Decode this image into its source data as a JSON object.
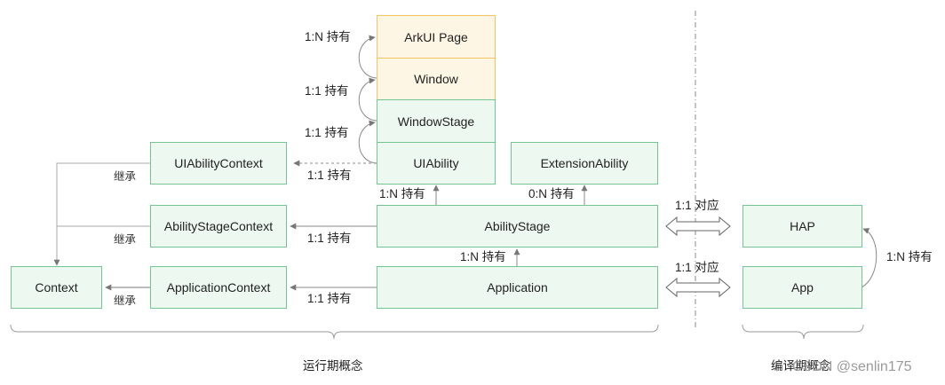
{
  "boxes": {
    "arkui_page": "ArkUI Page",
    "window": "Window",
    "window_stage": "WindowStage",
    "ui_ability": "UIAbility",
    "extension_ability": "ExtensionAbility",
    "ui_ability_context": "UIAbilityContext",
    "ability_stage_context": "AbilityStageContext",
    "ability_stage": "AbilityStage",
    "context": "Context",
    "application_context": "ApplicationContext",
    "application": "Application",
    "hap": "HAP",
    "app": "App"
  },
  "relations": {
    "page_window": "1:N 持有",
    "window_windowstage": "1:1 持有",
    "windowstage_uiability": "1:1 持有",
    "uiability_context": "1:1 持有",
    "stage_uiability": "1:N 持有",
    "stage_extension": "0:N 持有",
    "stage_context": "1:1 持有",
    "app_stage": "1:N 持有",
    "app_context": "1:1 持有",
    "inherit_1": "继承",
    "inherit_2": "继承",
    "inherit_3": "继承",
    "map_stage_hap": "1:1 对应",
    "map_app_app": "1:1 对应",
    "app_hap": "1:N 持有"
  },
  "sections": {
    "runtime": "运行期概念",
    "compile": "编译期概念"
  },
  "watermark": "CSDN @senlin175",
  "colors": {
    "green_fill": "#edf8f1",
    "green_border": "#74c494",
    "yellow_fill": "#fdf6e4",
    "yellow_border": "#f2c462",
    "arrow": "#8a8a8a"
  }
}
